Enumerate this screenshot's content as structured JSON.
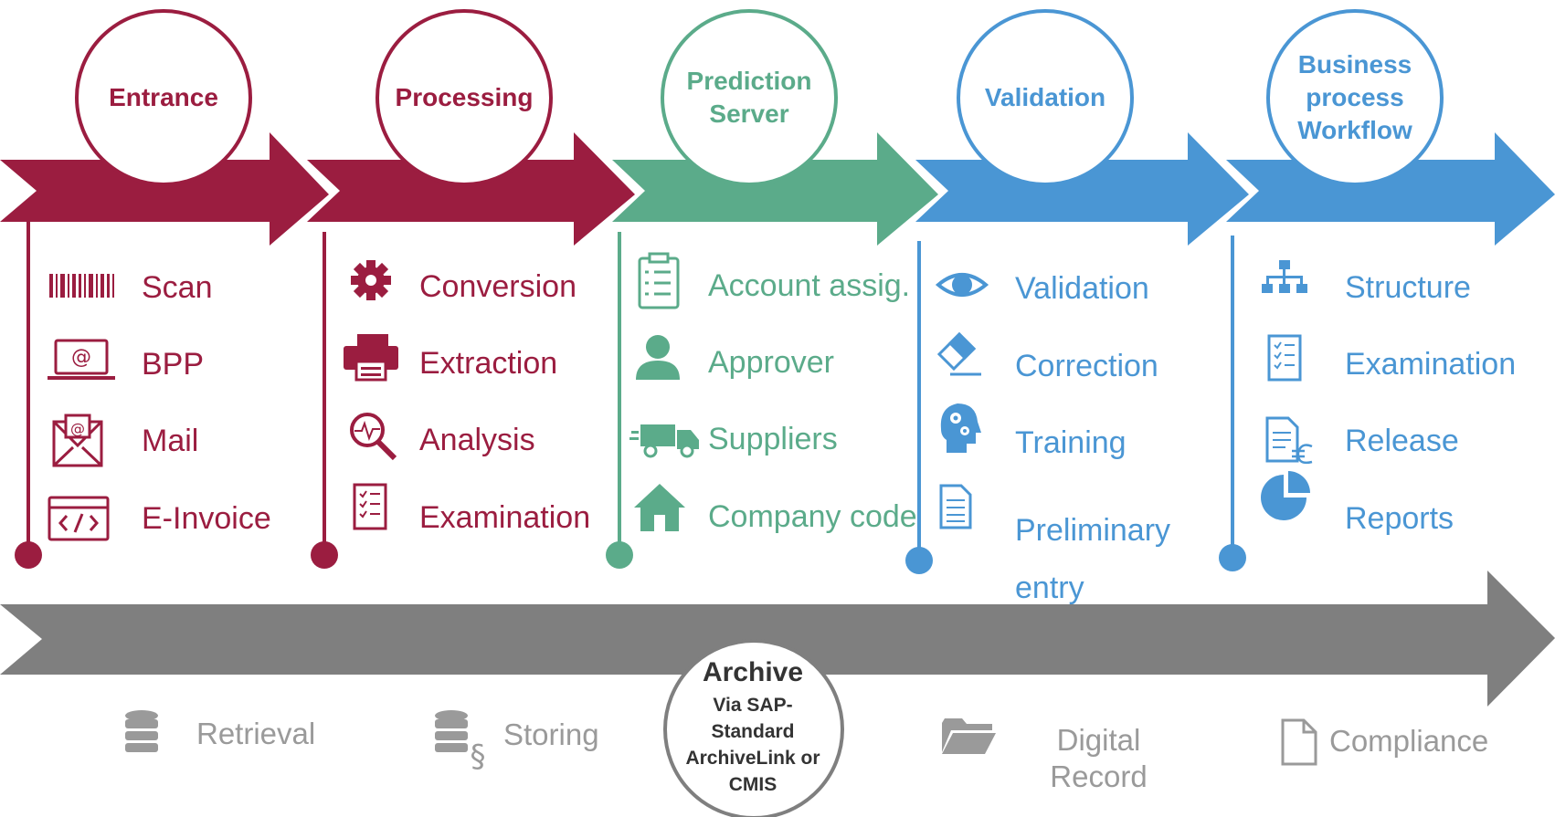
{
  "colors": {
    "crimson": "#9b1d40",
    "green": "#5bab8a",
    "blue": "#4a96d4",
    "gray": "#7f7f7f",
    "archive_text": "#9a9a9a"
  },
  "stages": [
    {
      "title": "Entrance",
      "color": "#9b1d40",
      "items": [
        {
          "label": "Scan",
          "icon": "barcode-icon"
        },
        {
          "label": "BPP",
          "icon": "laptop-at-icon"
        },
        {
          "label": "Mail",
          "icon": "envelope-at-icon"
        },
        {
          "label": "E-Invoice",
          "icon": "code-window-icon"
        }
      ]
    },
    {
      "title": "Processing",
      "color": "#9b1d40",
      "items": [
        {
          "label": "Conversion",
          "icon": "gear-icon"
        },
        {
          "label": "Extraction",
          "icon": "printer-icon"
        },
        {
          "label": "Analysis",
          "icon": "magnifier-pulse-icon"
        },
        {
          "label": "Examination",
          "icon": "checklist-icon"
        }
      ]
    },
    {
      "title": "Prediction Server",
      "color": "#5bab8a",
      "items": [
        {
          "label": "Account assig.",
          "icon": "clipboard-icon"
        },
        {
          "label": "Approver",
          "icon": "person-icon"
        },
        {
          "label": "Suppliers",
          "icon": "truck-icon"
        },
        {
          "label": "Company code",
          "icon": "house-icon"
        }
      ]
    },
    {
      "title": "Validation",
      "color": "#4a96d4",
      "items": [
        {
          "label": "Validation",
          "icon": "eye-icon"
        },
        {
          "label": "Correction",
          "icon": "eraser-icon"
        },
        {
          "label": "Training",
          "icon": "head-gears-icon"
        },
        {
          "label": "Preliminary entry",
          "icon": "document-icon"
        }
      ]
    },
    {
      "title": "Business process Workflow",
      "color": "#4a96d4",
      "items": [
        {
          "label": "Structure",
          "icon": "org-chart-icon"
        },
        {
          "label": "Examination",
          "icon": "checklist-icon"
        },
        {
          "label": "Release",
          "icon": "document-euro-icon"
        },
        {
          "label": "Reports",
          "icon": "pie-chart-icon"
        }
      ]
    }
  ],
  "archive": {
    "title": "Archive",
    "subtitle": "Via SAP-Standard ArchiveLink or CMIS",
    "items": [
      {
        "label": "Retrieval",
        "icon": "database-icon"
      },
      {
        "label": "Storing",
        "icon": "database-paragraph-icon"
      },
      {
        "label": "Digital Record",
        "icon": "folder-icon"
      },
      {
        "label": "Compliance",
        "icon": "file-icon"
      }
    ]
  }
}
